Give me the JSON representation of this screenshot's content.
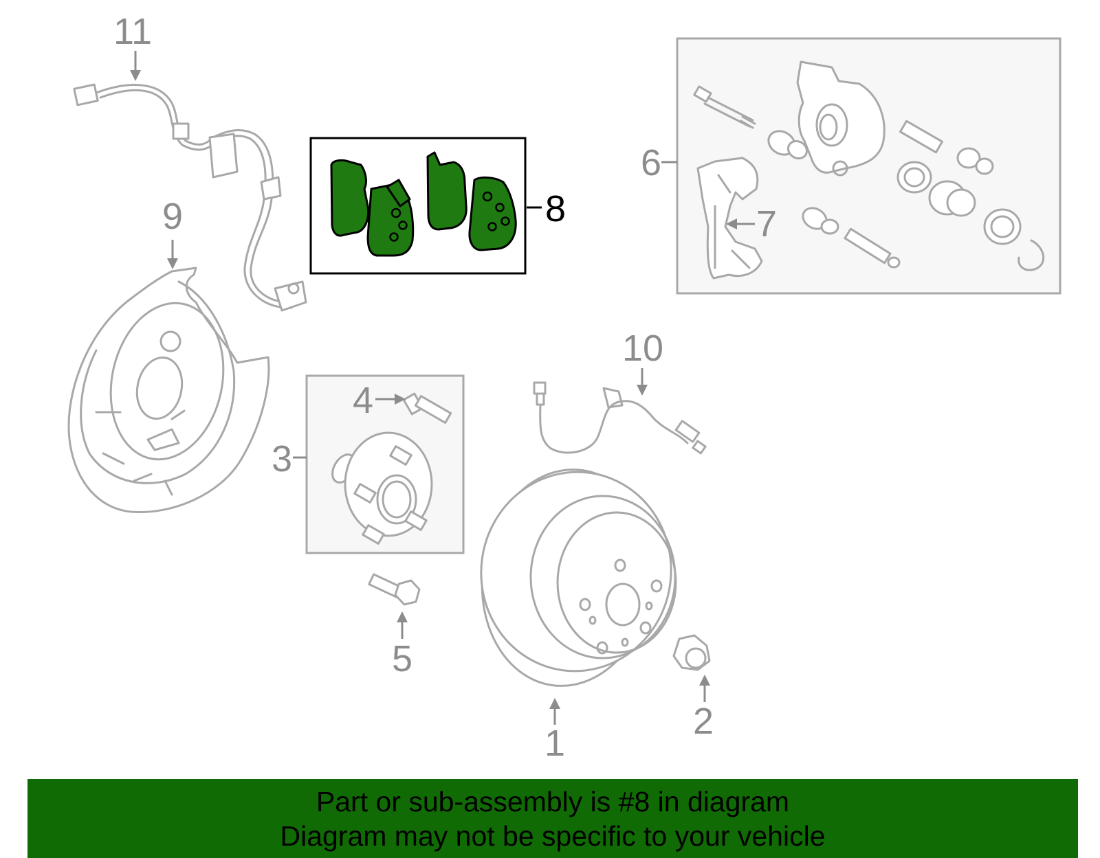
{
  "callouts": {
    "c1": "1",
    "c2": "2",
    "c3": "3",
    "c4": "4",
    "c5": "5",
    "c6": "6",
    "c7": "7",
    "c8": "8",
    "c9": "9",
    "c10": "10",
    "c11": "11"
  },
  "highlight": {
    "part_number": "8",
    "color": "#1f7a12"
  },
  "banner": {
    "line1": "Part or sub-assembly is #8 in diagram",
    "line2": "Diagram may not be specific to your vehicle",
    "color": "#116b04"
  }
}
